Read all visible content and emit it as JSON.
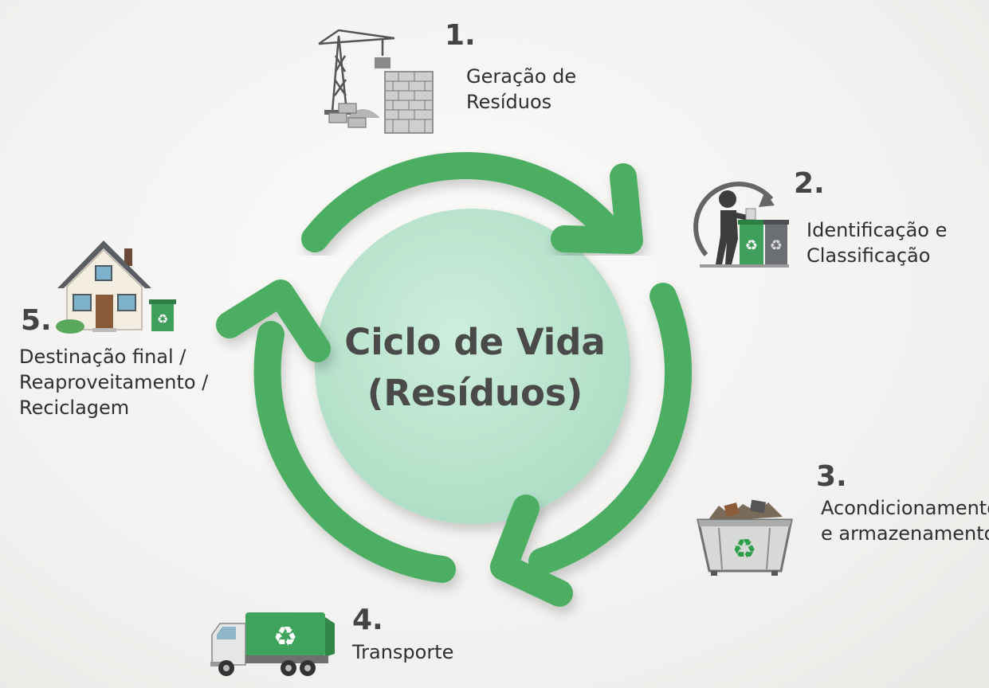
{
  "center": {
    "line1": "Ciclo de Vida",
    "line2": "(Resíduos)"
  },
  "steps": [
    {
      "number": "1.",
      "lines": [
        "Geração de",
        "Resíduos"
      ],
      "icon": "construction-crane-icon"
    },
    {
      "number": "2.",
      "lines": [
        "Identificação e",
        "Classificação"
      ],
      "icon": "person-sorting-bins-icon"
    },
    {
      "number": "3.",
      "lines": [
        "Acondicionamento",
        "e armazenamento"
      ],
      "icon": "waste-skip-container-icon"
    },
    {
      "number": "4.",
      "lines": [
        "Transporte"
      ],
      "icon": "garbage-truck-icon"
    },
    {
      "number": "5.",
      "lines": [
        "Destinação final /",
        "Reaproveitamento /",
        "Reciclagem"
      ],
      "icon": "house-with-bin-icon"
    }
  ],
  "colors": {
    "arrow": "#4cae62",
    "arrow_shadow": "#3b9350",
    "circle": "#bfe7d3",
    "recycle": "#2f9e4c"
  }
}
